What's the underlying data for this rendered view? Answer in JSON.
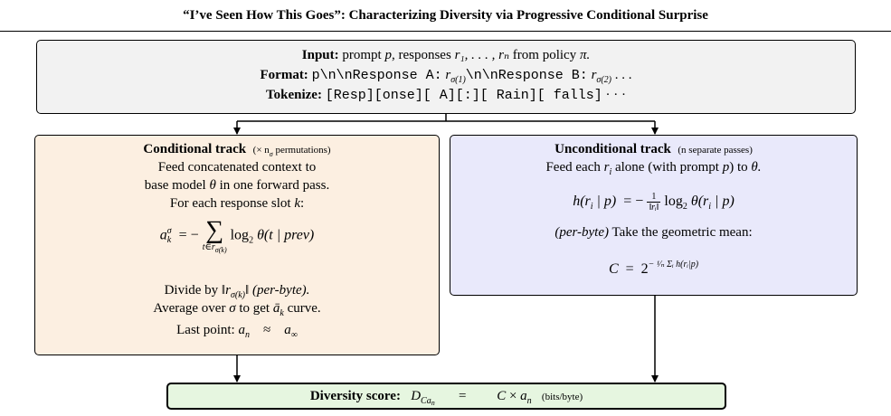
{
  "header": {
    "title": "“I’ve Seen How This Goes”: Characterizing Diversity via Progressive Conditional Surprise"
  },
  "input_box": {
    "input_label": "Input:",
    "input_text_1": "prompt",
    "input_var_p": "p",
    "input_text_2": ", responses",
    "input_seq": "r₁, . . . , rₙ",
    "input_text_3": "from policy",
    "input_var_pi": "π.",
    "format_label": "Format:",
    "format_code_1": "p\\n\\nResponse A:",
    "format_var_1": "r",
    "format_sub_1": "σ(1)",
    "format_code_2": "\\n\\nResponse B:",
    "format_var_2": "r",
    "format_sub_2": "σ(2)",
    "format_dots": " . . .",
    "tokenize_label": "Tokenize:",
    "tokenize_tokens": "[Resp][onse][ A][:][ Rain][ falls]",
    "tokenize_dots": "· · ·"
  },
  "conditional": {
    "title": "Conditional track",
    "note": "(× n",
    "note_sub": "σ",
    "note_end": " permutations)",
    "line1": "Feed concatenated context to",
    "line2a": "base model",
    "line2_theta": "θ",
    "line2b": "in one forward pass.",
    "line3a": "For each response slot",
    "line3_k": "k",
    "line3b": ":",
    "eq_lhs": "a",
    "eq_lhs_sup": "σ",
    "eq_lhs_sub": "k",
    "eq_eq": "=  −",
    "eq_sum_lim": "t∈r",
    "eq_sum_lim_sub": "σ(k)",
    "eq_rhs": "log",
    "eq_rhs_sub": "2",
    "eq_rhs_tail": " θ(t | prev)",
    "divide_a": "Divide by",
    "divide_norm": "‖r",
    "divide_norm_sub": "σ(k)",
    "divide_norm_end": "‖",
    "divide_b": "(per-byte).",
    "avg_a": "Average over",
    "avg_sigma": "σ",
    "avg_b": "to get",
    "avg_abar": "ā",
    "avg_abar_sub": "k",
    "avg_c": "curve.",
    "last_a": "Last point:",
    "last_an": "a",
    "last_an_sub": "n",
    "last_approx": "≈",
    "last_ainf": "a",
    "last_ainf_sub": "∞"
  },
  "unconditional": {
    "title": "Unconditional track",
    "note": "(n separate passes)",
    "line1a": "Feed each",
    "line1_ri": "r",
    "line1_ri_sub": "i",
    "line1b": "alone (with prompt",
    "line1_p": "p",
    "line1c": ") to",
    "line1_theta": "θ.",
    "eq_lhs": "h(r",
    "eq_lhs_sub": "i",
    "eq_lhs_end": " | p)",
    "eq_eq": "=  −",
    "eq_frac_num": "1",
    "eq_frac_den": "‖rᵢ‖",
    "eq_rhs": "log",
    "eq_rhs_sub": "2",
    "eq_rhs_tail": " θ(r",
    "eq_rhs_tail_sub": "i",
    "eq_rhs_tail_end": " | p)",
    "geo_a": "(per-byte)",
    "geo_b": "Take the geometric mean:",
    "c_lhs": "C",
    "c_eq": "=",
    "c_base": "2",
    "c_exp": "− ¹⁄ₙ Σᵢ h(rᵢ|p)"
  },
  "score": {
    "label": "Diversity score:",
    "d": "D",
    "d_sub": "Ca",
    "d_sub_sub": "n",
    "eq": "=",
    "rhs_c": "C",
    "rhs_times": "×",
    "rhs_a": "a",
    "rhs_a_sub": "n",
    "unit": "(bits/byte)"
  }
}
